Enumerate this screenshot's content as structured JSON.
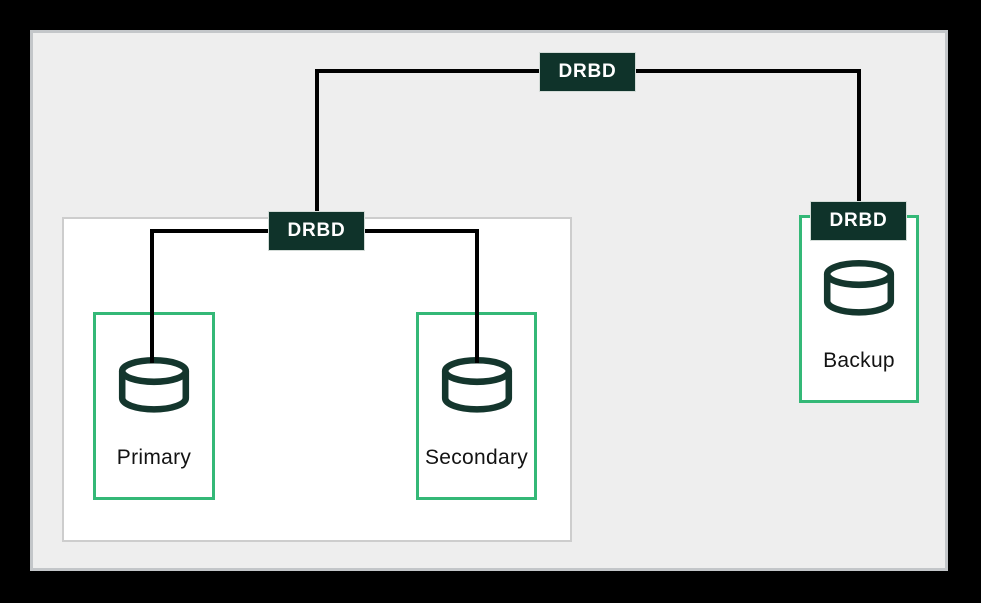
{
  "diagram": {
    "type": "architecture-diagram",
    "topic": "DRBD replication",
    "colors": {
      "background": "#000000",
      "panel_bg": "#eeeeee",
      "panel_border": "#c3c6c9",
      "cluster_bg": "#ffffff",
      "cluster_border": "#cdcdcd",
      "node_border_green": "#34b877",
      "connector_fill_dark_green": "#0f332a",
      "connector_text": "#ffffff",
      "line_color": "#000000",
      "node_label_color": "#131313"
    },
    "connectors": [
      {
        "id": "drbd-top",
        "label": "DRBD"
      },
      {
        "id": "drbd-cluster",
        "label": "DRBD"
      },
      {
        "id": "drbd-backup",
        "label": "DRBD"
      }
    ],
    "nodes": [
      {
        "id": "primary",
        "label": "Primary",
        "icon": "database-icon"
      },
      {
        "id": "secondary",
        "label": "Secondary",
        "icon": "database-icon"
      },
      {
        "id": "backup",
        "label": "Backup",
        "icon": "database-icon"
      }
    ]
  }
}
